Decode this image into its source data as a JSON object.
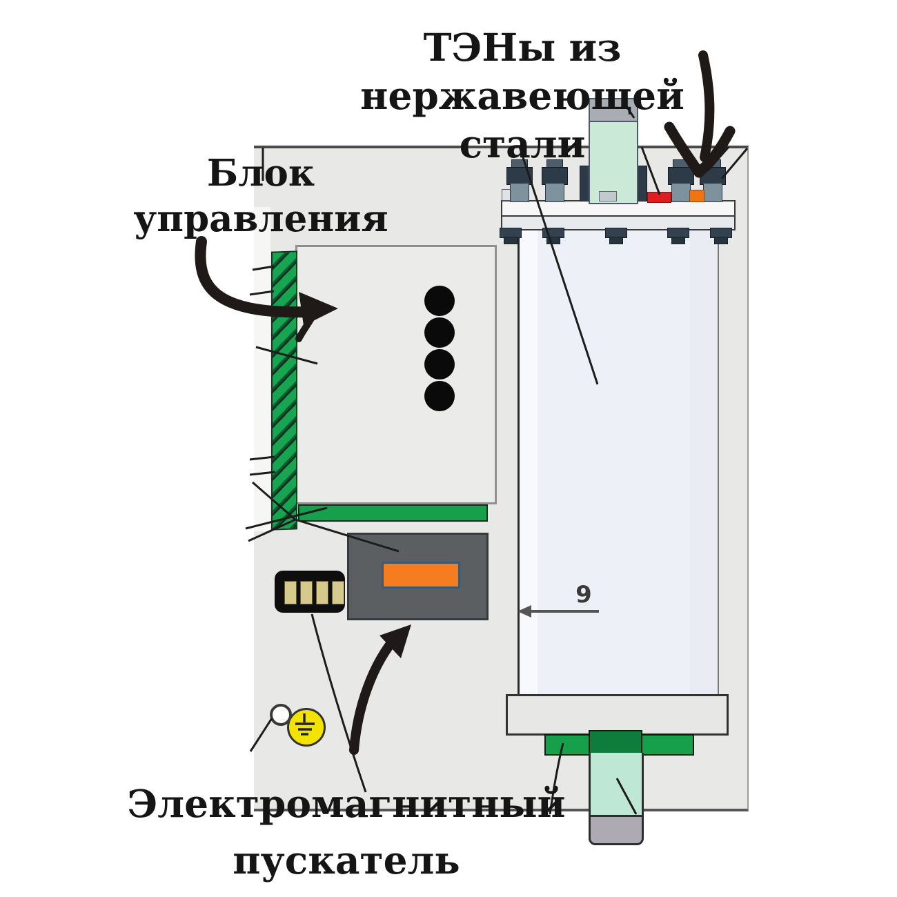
{
  "labels": {
    "heating_elements": {
      "line1": "ТЭНы из нержавеющей",
      "line2": "стали"
    },
    "control_unit": {
      "line1": "Блок",
      "line2": "управления"
    },
    "starter": {
      "line1": "Электромагнитный",
      "line2": "пускатель"
    },
    "dimension_marker": "9"
  },
  "colors": {
    "page_background": "#ffffff",
    "panel_background": "#e8e8e6",
    "green_accent": "#17a04b",
    "green_dark": "#0e7c3a",
    "orange_window": "#f57d1f",
    "red_terminal": "#dd1f1f",
    "orange_terminal": "#f07414",
    "contactor_gray": "#5b5f61",
    "tank_fill": "#eef1f6",
    "pipe_green": "#cbe9d7",
    "pipe_teal": "#bfe7d6",
    "pipe_cap_gray": "#a9adb3",
    "ground_yellow": "#f2e400",
    "bolt_dark": "#2c3b47",
    "bolt_stem": "#7e929e",
    "label_text": "#151515",
    "annotation_black": "#1f1a17"
  },
  "icons": {
    "ground": "ground-earth-symbol",
    "probe": "probe-ring",
    "control_unit_arrow": "curved-arrow-right",
    "heating_elements_arrow": "curved-arrow-down",
    "starter_arrow": "curved-arrow-up-right",
    "dimension_arrow": "arrow-left"
  }
}
